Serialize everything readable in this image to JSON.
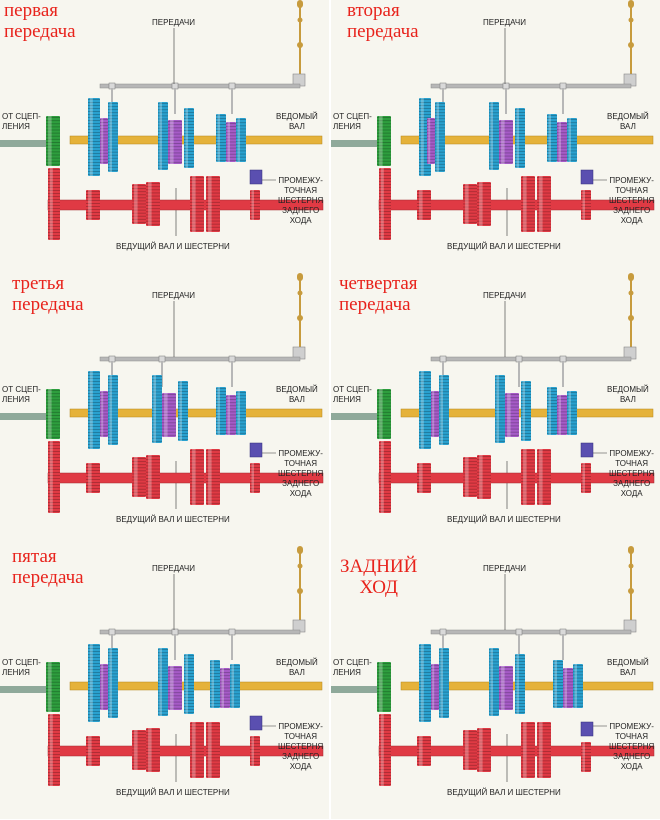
{
  "labels": {
    "gears_top": "ПЕРЕДАЧИ",
    "from_clutch": [
      "ОТ СЦЕП-",
      "ЛЕНИЯ"
    ],
    "driven_shaft": [
      "ВЕДОМЫЙ",
      "ВАЛ"
    ],
    "reverse_idler": [
      "ПРОМЕЖУ-",
      "ТОЧНАЯ",
      "ШЕСТЕРНЯ",
      "ЗАДНЕГО",
      "ХОДА"
    ],
    "drive_shaft": "ВЕДУЩИЙ ВАЛ И ШЕСТЕРНИ"
  },
  "colors": {
    "title": "#e8231c",
    "driven_shaft": "#e5b23a",
    "input_gear": "#2e9e3e",
    "drive_gears": "#e03a44",
    "driven_gears": "#2aa1cf",
    "synchro": "#a65bc7",
    "idler": "#5a4fb0",
    "selector": "#b7b7b7",
    "lever": "#c79b3d"
  },
  "panels": [
    {
      "title": [
        "первая",
        "передача"
      ],
      "engaged": "first"
    },
    {
      "title": [
        "вторая",
        "передача"
      ],
      "engaged": "second"
    },
    {
      "title": [
        "третья",
        "передача"
      ],
      "engaged": "third"
    },
    {
      "title": [
        "четвертая",
        "передача"
      ],
      "engaged": "fourth"
    },
    {
      "title": [
        "пятая",
        "передача"
      ],
      "engaged": "fifth"
    },
    {
      "title": [
        "ЗАДНИЙ",
        "ХОД"
      ],
      "engaged": "reverse"
    }
  ]
}
